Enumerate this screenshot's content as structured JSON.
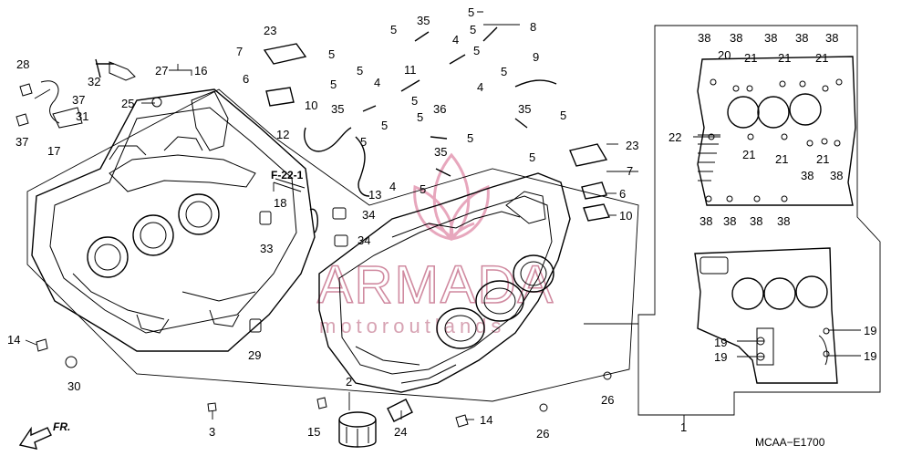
{
  "diagram": {
    "reference_label": "F-22-1",
    "diagram_code": "MCAA−E1700",
    "front_label": "FR.",
    "watermark": {
      "brand": "ARMADA",
      "tagline": "motoroutlands"
    },
    "callouts": {
      "c1": "1",
      "c2": "2",
      "c3": "3",
      "c4a": "4",
      "c4b": "4",
      "c4c": "4",
      "c5a": "5",
      "c5b": "5",
      "c5c": "5",
      "c5d": "5",
      "c5e": "5",
      "c5f": "5",
      "c5g": "5",
      "c5h": "5",
      "c5i": "5",
      "c5j": "5",
      "c5k": "5",
      "c5l": "5",
      "c5m": "5",
      "c5n": "5",
      "c6a": "6",
      "c6b": "6",
      "c7a": "7",
      "c7b": "7",
      "c8": "8",
      "c9": "9",
      "c10a": "10",
      "c10b": "10",
      "c11": "11",
      "c12": "12",
      "c13": "13",
      "c14a": "14",
      "c14b": "14",
      "c15": "15",
      "c16": "16",
      "c17": "17",
      "c18": "18",
      "c19a": "19",
      "c19b": "19",
      "c19c": "19",
      "c19d": "19",
      "c20": "20",
      "c21a": "21",
      "c21b": "21",
      "c21c": "21",
      "c21d": "21",
      "c21e": "21",
      "c21f": "21",
      "c22": "22",
      "c23a": "23",
      "c23b": "23",
      "c24": "24",
      "c25": "25",
      "c26a": "26",
      "c26b": "26",
      "c27": "27",
      "c28": "28",
      "c29": "29",
      "c30": "30",
      "c31": "31",
      "c32": "32",
      "c33": "33",
      "c34a": "34",
      "c34b": "34",
      "c35a": "35",
      "c35b": "35",
      "c35c": "35",
      "c35d": "35",
      "c36": "36",
      "c37a": "37",
      "c37b": "37",
      "c38a": "38",
      "c38b": "38",
      "c38c": "38",
      "c38d": "38",
      "c38e": "38",
      "c38f": "38",
      "c38g": "38",
      "c38h": "38",
      "c38i": "38",
      "c38j": "38",
      "c38k": "38"
    }
  }
}
